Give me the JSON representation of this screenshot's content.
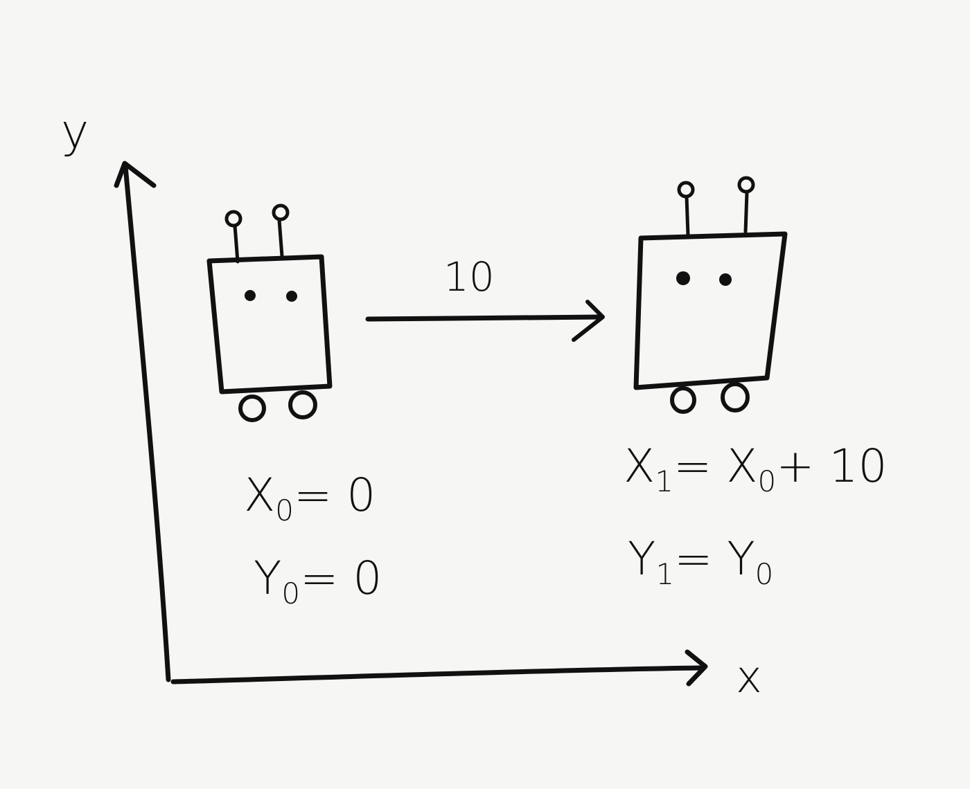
{
  "axes": {
    "x_label": "x",
    "y_label": "y"
  },
  "movement": {
    "distance_label": "10"
  },
  "robot_start": {
    "x_var": "X",
    "x_sub": "0",
    "x_eq": "= 0",
    "y_var": "Y",
    "y_sub": "0",
    "y_eq": "= 0"
  },
  "robot_end": {
    "x_var": "X",
    "x_sub": "1",
    "x_eq_lhs": "= X",
    "x_eq_sub": "0",
    "x_eq_rhs": "+ 10",
    "y_var": "Y",
    "y_sub": "1",
    "y_eq_lhs": "= Y",
    "y_eq_sub": "0"
  },
  "colors": {
    "ink": "#111111",
    "paper": "#f6f6f4"
  }
}
